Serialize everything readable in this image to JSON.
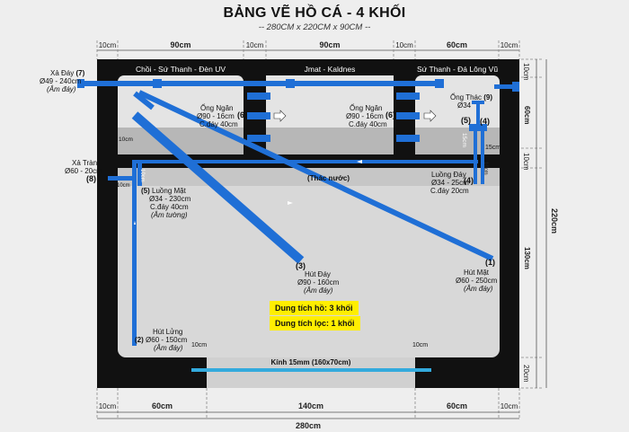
{
  "title": "BẢNG VẼ HỒ CÁ - 4 KHỐI",
  "subtitle": "-- 280CM x 220CM x 90CM --",
  "top_dims": [
    "10cm",
    "90cm",
    "10cm",
    "90cm",
    "10cm",
    "60cm",
    "10cm"
  ],
  "bottom_dims_row1": [
    "10cm",
    "60cm",
    "140cm",
    "60cm",
    "10cm"
  ],
  "bottom_total": "280cm",
  "right_dims": {
    "top10a": "10cm",
    "d60": "60cm",
    "d10": "10cm",
    "d130": "130cm",
    "d20": "20cm",
    "total": "220cm"
  },
  "sumps": {
    "s1": "Chồi - Sứ Thanh - Đèn UV",
    "s2": "Jmat - Kaldnes",
    "s3": "Sứ Thanh - Đá Lông Vũ"
  },
  "main_tank_label": "(Thác nước)",
  "labels": {
    "xa_day_num": "(7)",
    "xa_day_1": "Xả Đáy",
    "xa_day_2": "Ø49 - 240cm",
    "xa_day_3": "(Âm đáy)",
    "xa_tran_1": "Xả Tràn",
    "xa_tran_2": "Ø60 - 20cm",
    "xa_tran_num": "(8)",
    "ong_ngan1_1": "Ống Ngăn",
    "ong_ngan1_num": "(6)",
    "ong_ngan1_2": "Ø90 - 16cm",
    "ong_ngan1_3": "C.đáy 40cm",
    "ong_ngan2_1": "Ống Ngăn",
    "ong_ngan2_num": "(6)",
    "ong_ngan2_2": "Ø90 - 16cm",
    "ong_ngan2_3": "C.đáy 40cm",
    "ong_thac_1": "Ống Thác",
    "ong_thac_num": "(9)",
    "ong_thac_2": "Ø34",
    "n5": "(5)",
    "n4": "(4)",
    "d15a": "15cm",
    "d15b": "15cm",
    "d10a": "10cm",
    "d10b": "10cm",
    "d10c": "10cm",
    "d10d": "10cm",
    "luong_day_1": "Luồng Đáy",
    "luong_day_num": "(4)",
    "luong_day_2": "Ø34 - 25cm",
    "luong_day_3": "C.đáy 20cm",
    "luong_mat_num": "(5)",
    "luong_mat_1": "Luồng Mặt",
    "luong_mat_2": "Ø34 - 230cm",
    "luong_mat_3": "C.đáy 40cm",
    "luong_mat_4": "(Âm tường)",
    "hut_day_num": "(3)",
    "hut_day_1": "Hút Đáy",
    "hut_day_2": "Ø90 - 160cm",
    "hut_day_3": "(Âm đáy)",
    "hut_mat_num": "(1)",
    "hut_mat_1": "Hút Mặt",
    "hut_mat_2": "Ø60 - 250cm",
    "hut_mat_3": "(Âm đáy)",
    "hut_lung_1": "Hút Lửng",
    "hut_lung_num": "(2)",
    "hut_lung_2": "Ø60 - 150cm",
    "hut_lung_3": "(Âm đáy)",
    "kinh_label": "Kính 15mm (160x70cm)",
    "kinh_d10a": "10cm",
    "kinh_d10b": "10cm"
  },
  "capacity": {
    "pond": "Dung tích hồ: 3 khối",
    "filter": "Dung tích lọc: 1 khối"
  },
  "colors": {
    "pipe": "#1f6fd6",
    "frame": "#111111",
    "tank": "#d6d6d6",
    "sump_water": "#b9b9b9",
    "glass": "#33aadd",
    "highlight": "#ffee00"
  }
}
